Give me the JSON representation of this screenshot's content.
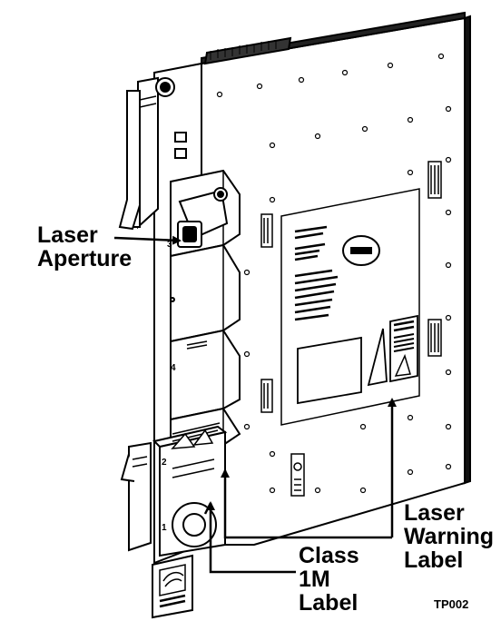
{
  "callouts": {
    "laser_aperture": [
      "Laser",
      "Aperture"
    ],
    "laser_warning_label": [
      "Laser",
      "Warning",
      "Label"
    ],
    "class_1m_label": [
      "Class",
      "1M",
      "Label"
    ]
  },
  "figure_id": "TP002",
  "colors": {
    "ink": "#000000",
    "paper": "#ffffff"
  }
}
